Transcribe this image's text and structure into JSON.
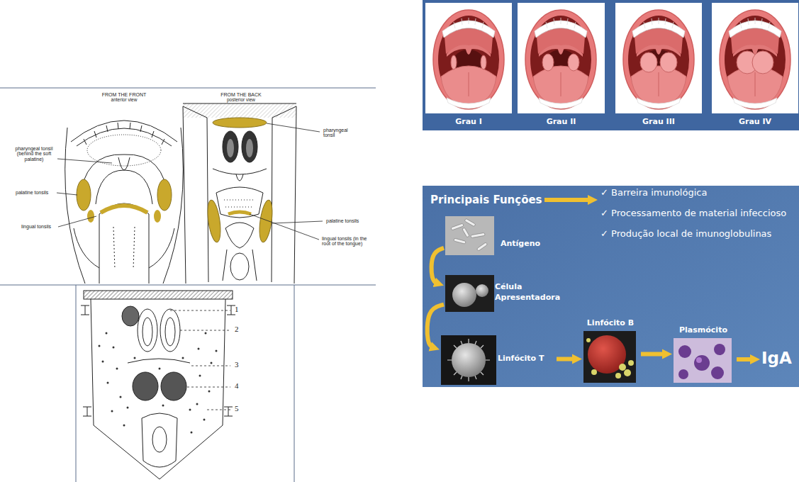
{
  "diagram": {
    "nodes": [
      {
        "text": [
          "Grau I"
        ]
      },
      {
        "text": [
          "Grau II"
        ]
      },
      {
        "text": [
          "Grau III"
        ]
      },
      {
        "text": [
          "Grau IV"
        ]
      },
      {
        "text": [
          "Principais Funções"
        ]
      },
      {
        "text": [
          "✓ Barreira imunológica",
          "✓ Processamento de material infeccioso",
          "✓ Produção local de imunoglobulinas"
        ]
      },
      {
        "text": [
          "Antígeno"
        ]
      },
      {
        "text": [
          "Célula Apresentadora"
        ]
      },
      {
        "text": [
          "Linfócito T"
        ]
      },
      {
        "text": [
          "Linfócito B"
        ]
      },
      {
        "text": [
          "Plasmócito"
        ]
      },
      {
        "text": [
          "IgA"
        ]
      }
    ],
    "edges": [
      {
        "from": 4,
        "to": 5,
        "arrow": "to"
      },
      {
        "from": 6,
        "to": 7,
        "arrow": "to"
      },
      {
        "from": 7,
        "to": 8,
        "arrow": "to"
      },
      {
        "from": 8,
        "to": 9,
        "arrow": "to"
      },
      {
        "from": 9,
        "to": 10,
        "arrow": "to"
      },
      {
        "from": 10,
        "to": 11,
        "arrow": "to"
      }
    ],
    "labels": [
      "FROM THE FRONT",
      "anterior view",
      "FROM THE BACK",
      "posterior view",
      "pharyngeal tonsil (behind the soft palatine)",
      "palatine tonsils",
      "lingual tonsils",
      "pharyngeal tonsil",
      "palatine tonsils",
      "lingual tonsils (in the root of the tongue)",
      "1",
      "2",
      "3",
      "4",
      "5"
    ]
  }
}
